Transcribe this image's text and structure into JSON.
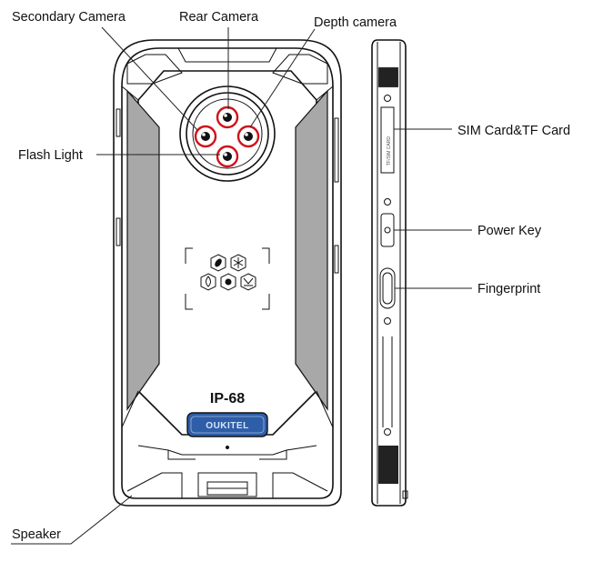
{
  "labels": {
    "secondary_camera": "Secondary Camera",
    "rear_camera": "Rear Camera",
    "depth_camera": "Depth camera",
    "flash_light": "Flash Light",
    "sim_card": "SIM Card&TF Card",
    "power_key": "Power Key",
    "fingerprint": "Fingerprint",
    "speaker": "Speaker"
  },
  "phone": {
    "rating": "IP-68",
    "brand": "OUKITEL",
    "sim_tray_text": "TF/SIM CARD"
  },
  "colors": {
    "lens_ring": "#d0121b",
    "brand_badge": "#2e5ea8",
    "side_panel": "#a8a8a8"
  },
  "icons": [
    "leaf-icon",
    "snowflake-icon",
    "drop-icon",
    "sun-icon",
    "shock-icon"
  ]
}
